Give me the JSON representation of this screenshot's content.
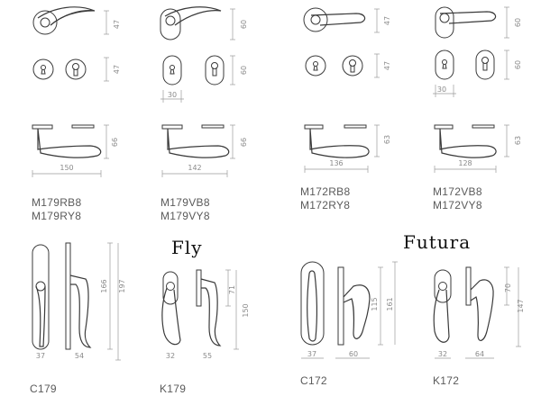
{
  "series": {
    "left": "Fly",
    "right": "Futura"
  },
  "dims": {
    "m179rb_h": "47",
    "m179rb_esc_h": "47",
    "m179vb_h": "60",
    "m179vb_esc_h": "60",
    "m179vb_esc_w": "30",
    "m172rb_h": "47",
    "m172rb_esc_h": "47",
    "m172vb_h": "60",
    "m172vb_esc_h": "60",
    "m172vb_esc_w": "30",
    "m179rb_proj": "66",
    "m179rb_len": "150",
    "m179vb_proj": "66",
    "m179vb_len": "142",
    "m172rb_proj": "63",
    "m172rb_len": "136",
    "m172vb_proj": "63",
    "m172vb_len": "128",
    "c179_plate_h": "166",
    "c179_total_h": "197",
    "c179_w": "37",
    "c179_proj": "54",
    "k179_rose_h": "71",
    "k179_total_h": "150",
    "k179_w": "32",
    "k179_proj": "55",
    "c172_total_h": "161",
    "c172_rose_h": "115",
    "c172_w": "37",
    "c172_proj": "60",
    "k172_rose_h": "70",
    "k172_total_h": "147",
    "k172_w": "32",
    "k172_proj": "64"
  },
  "codes": {
    "m179r_line1": "M179RB8",
    "m179r_line2": "M179RY8",
    "m179v_line1": "M179VB8",
    "m179v_line2": "M179VY8",
    "m172r_line1": "M172RB8",
    "m172r_line2": "M172RY8",
    "m172v_line1": "M172VB8",
    "m172v_line2": "M172VY8",
    "c179": "C179",
    "k179": "K179",
    "c172": "C172",
    "k172": "K172"
  }
}
